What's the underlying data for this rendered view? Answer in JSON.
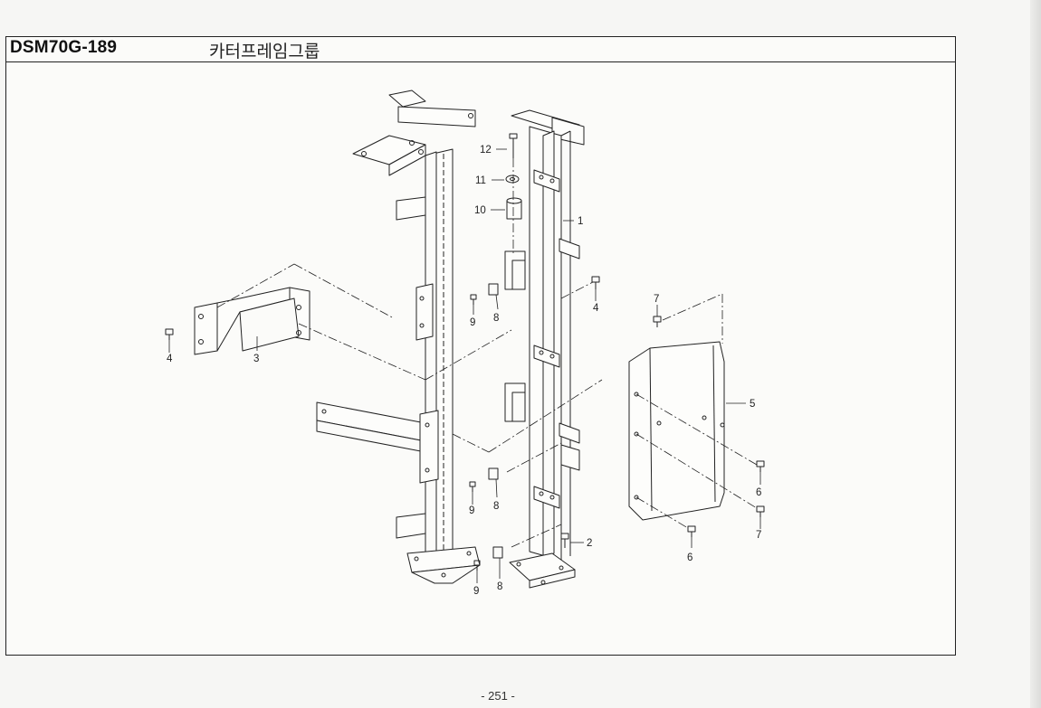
{
  "header": {
    "model_code": "DSM70G-189",
    "group_title": "카터프레임그룹"
  },
  "callouts": [
    {
      "id": "c1",
      "label": "1"
    },
    {
      "id": "c2",
      "label": "2"
    },
    {
      "id": "c3",
      "label": "3"
    },
    {
      "id": "c4a",
      "label": "4"
    },
    {
      "id": "c4b",
      "label": "4"
    },
    {
      "id": "c5",
      "label": "5"
    },
    {
      "id": "c6a",
      "label": "6"
    },
    {
      "id": "c6b",
      "label": "6"
    },
    {
      "id": "c7a",
      "label": "7"
    },
    {
      "id": "c7b",
      "label": "7"
    },
    {
      "id": "c8a",
      "label": "8"
    },
    {
      "id": "c8b",
      "label": "8"
    },
    {
      "id": "c8c",
      "label": "8"
    },
    {
      "id": "c9a",
      "label": "9"
    },
    {
      "id": "c9b",
      "label": "9"
    },
    {
      "id": "c9c",
      "label": "9"
    },
    {
      "id": "c10",
      "label": "10"
    },
    {
      "id": "c11",
      "label": "11"
    },
    {
      "id": "c12",
      "label": "12"
    }
  ],
  "footer": {
    "page_number": "- 251 -"
  },
  "colors": {
    "line": "#222222",
    "paper": "#fbfbf9"
  }
}
